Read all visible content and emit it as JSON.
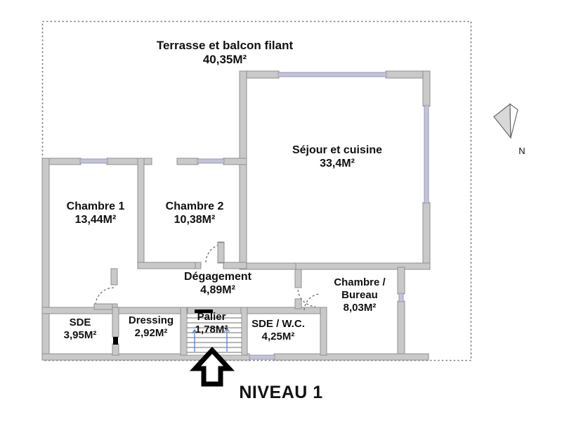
{
  "plan": {
    "title": "NIVEAU 1",
    "compass_label": "N",
    "compass_icon": "north-arrow-icon",
    "stair_direction_icon": "up-arrow-icon",
    "rooms": [
      {
        "id": "terrasse",
        "name": "Terrasse et balcon filant",
        "area": "40,35M²"
      },
      {
        "id": "sejour",
        "name": "Séjour et cuisine",
        "area": "33,4M²"
      },
      {
        "id": "chambre1",
        "name": "Chambre 1",
        "area": "13,44M²"
      },
      {
        "id": "chambre2",
        "name": "Chambre 2",
        "area": "10,38M²"
      },
      {
        "id": "degagement",
        "name": "Dégagement",
        "area": "4,89M²"
      },
      {
        "id": "sde",
        "name": "SDE",
        "area": "3,95M²"
      },
      {
        "id": "dressing",
        "name": "Dressing",
        "area": "2,92M²"
      },
      {
        "id": "palier",
        "name": "Palier",
        "area": "1,78M²"
      },
      {
        "id": "sdewc",
        "name": "SDE / W.C.",
        "area": "4,25M²"
      },
      {
        "id": "bureau",
        "name_line1": "Chambre /",
        "name_line2": "Bureau",
        "area": "8,03M²"
      }
    ],
    "colors": {
      "wall_fill": "#c9c9c9",
      "wall_stroke": "#8f8f8f",
      "window_fill": "#c3c3d8",
      "window_stroke": "#9a9ab4",
      "boundary": "#7a7a7a",
      "floor": "#ffffff",
      "text": "#111111",
      "stair_arrow": "#5a7fd0",
      "marker": "#000000"
    }
  }
}
